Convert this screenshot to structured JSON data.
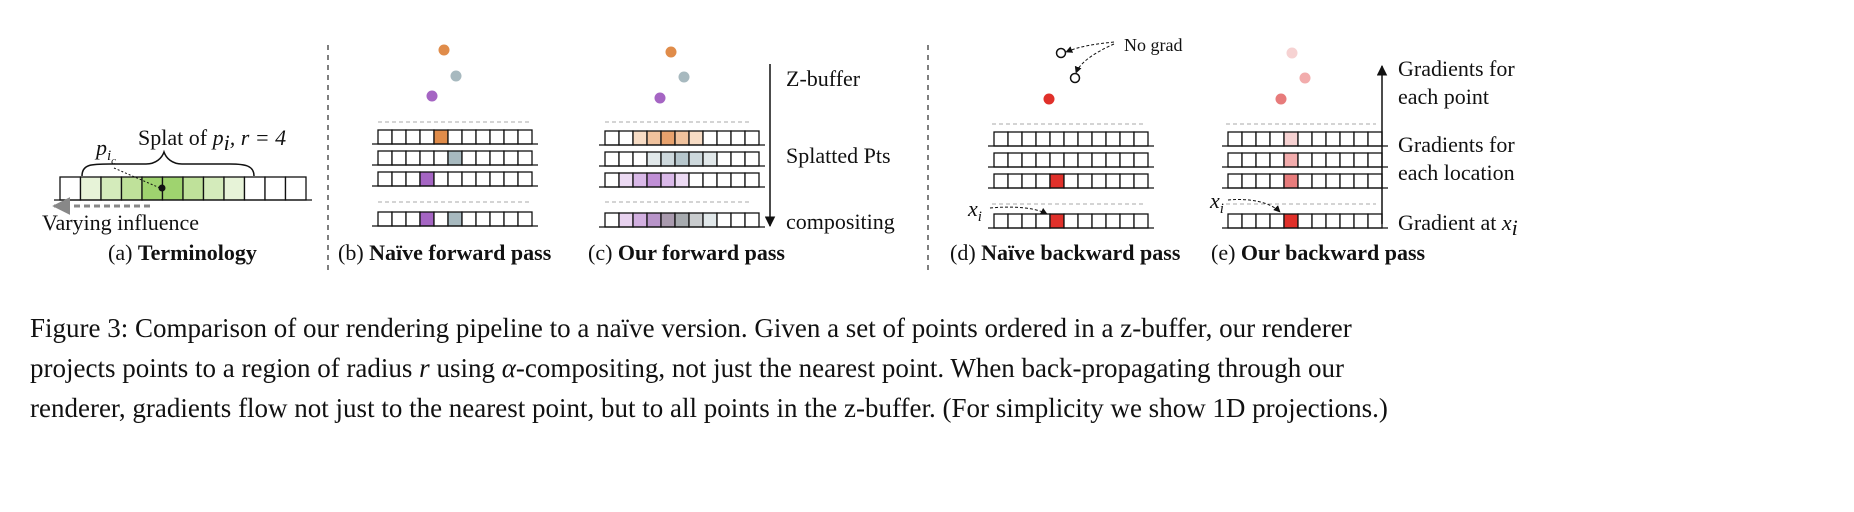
{
  "panels": {
    "a": {
      "prefix": "(a) ",
      "title": "Terminology",
      "splat_label": "Splat of ",
      "splat_math": "p",
      "splat_sub": "i",
      "splat_radius": ", r = 4",
      "pic_label": "p",
      "pic_sub_i": "i",
      "pic_sub_c": "c",
      "influence_label": "Varying influence",
      "cells": 10,
      "colors": [
        "#ffffff",
        "#e7f3d8",
        "#d4ebbb",
        "#bfe19a",
        "#9fd36f",
        "#9fd36f",
        "#bfe19a",
        "#d4ebbb",
        "#e7f3d8",
        "#ffffff",
        "#ffffff",
        "#ffffff",
        "#ffffff"
      ]
    },
    "b": {
      "prefix": "(b) ",
      "title": "Naïve forward pass"
    },
    "c": {
      "prefix": "(c) ",
      "title": "Our forward pass"
    },
    "d": {
      "prefix": "(d) ",
      "title": "Naïve backward pass",
      "no_grad": "No grad",
      "x_label": "x",
      "x_sub": "i"
    },
    "e": {
      "prefix": "(e) ",
      "title": "Our backward pass",
      "x_label": "x",
      "x_sub": "i"
    },
    "forward_labels": {
      "zbuffer": "Z-buffer",
      "splatted": "Splatted Pts",
      "compositing": "compositing"
    },
    "backward_labels": {
      "point_1": "Gradients for",
      "point_2": "each point",
      "loc_1": "Gradients for",
      "loc_2": "each location",
      "at": "Gradient at "
    }
  },
  "colors": {
    "orange": "#e08c4a",
    "grey_blue": "#a7b9bf",
    "purple": "#a565c3",
    "red": "#e0302a",
    "pink_light": "#f6d2d2",
    "pink_mid": "#f2acac",
    "pink_strong": "#e77b7b",
    "splat_green": "#9fd36f"
  },
  "caption": {
    "line1": "Figure 3: Comparison of our rendering pipeline to a naïve version. Given a set of points ordered in a z-buffer, our renderer",
    "line2a": "projects points to a region of radius ",
    "line2_r": "r",
    "line2b": " using ",
    "line2_alpha": "α",
    "line2c": "-compositing, not just the nearest point. When back-propagating through our",
    "line3": "renderer, gradients flow not just to the nearest point, but to all points in the z-buffer. (For simplicity we show 1D projections.)"
  }
}
